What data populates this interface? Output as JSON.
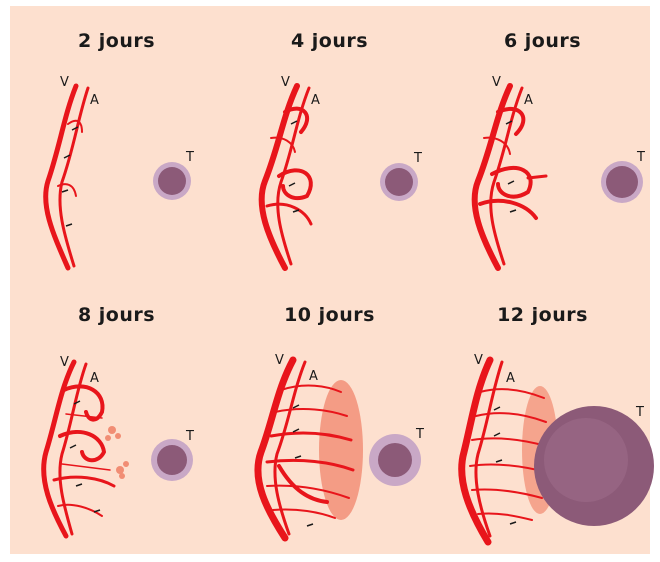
{
  "panels": [
    {
      "title": "2 jours",
      "v": "V",
      "a": "A",
      "t": "T",
      "stage": 2
    },
    {
      "title": "4 jours",
      "v": "V",
      "a": "A",
      "t": "T",
      "stage": 4
    },
    {
      "title": "6 jours",
      "v": "V",
      "a": "A",
      "t": "T",
      "stage": 6
    },
    {
      "title": "8 jours",
      "v": "V",
      "a": "A",
      "t": "T",
      "stage": 8
    },
    {
      "title": "10 jours",
      "v": "V",
      "a": "A",
      "t": "T",
      "stage": 10
    },
    {
      "title": "12 jours",
      "v": "V",
      "a": "A",
      "t": "T",
      "stage": 12
    }
  ],
  "colors": {
    "background": "#fde0cf",
    "vessel": "#e8151b",
    "tumor": "#8c5a78",
    "tumor_halo": "#c9a8c6",
    "leak": "#e84a2a"
  }
}
